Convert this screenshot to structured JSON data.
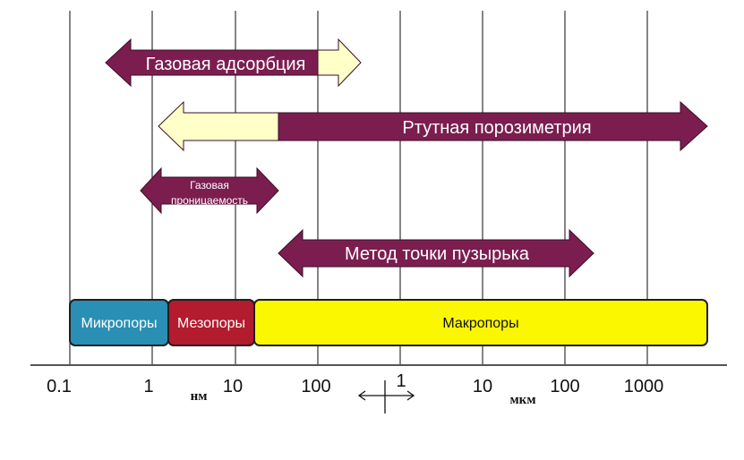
{
  "colors": {
    "arrow_fill": "#7b1e4f",
    "arrow_light": "#ffffc8",
    "micro": "#2a8fb4",
    "meso": "#b31b2e",
    "macro": "#fbf700",
    "grid": "#444444"
  },
  "axis": {
    "tick_labels": [
      "0.1",
      "1",
      "10",
      "100",
      "1",
      "10",
      "100",
      "1000"
    ],
    "unit_nm": "нм",
    "unit_um": "мкм"
  },
  "arrows": {
    "gas_adsorption": "Газовая адсорбция",
    "mercury_porosimetry": "Ртутная порозиметрия",
    "gas_permeability_line1": "Газовая",
    "gas_permeability_line2": "проницаемость",
    "bubble_point": "Метод точки пузырька"
  },
  "pores": {
    "micro": "Микропоры",
    "meso": "Мезопоры",
    "macro": "Макропоры"
  }
}
